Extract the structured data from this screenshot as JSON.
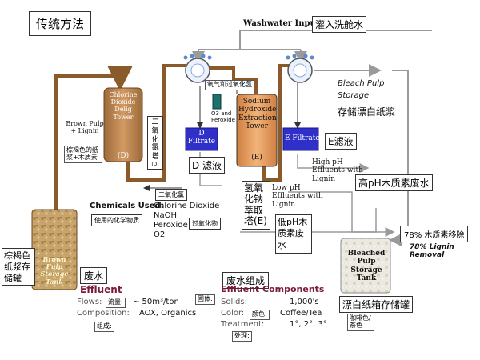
{
  "title": "传统方法",
  "washwater": {
    "en": "Washwater Input",
    "cn": "灌入洗舱水"
  },
  "o2_peroxide_label": "氧气和过氧化氢",
  "o3_label": "O3 and Peroxide",
  "brown_pulp": {
    "en": "Brown Pulp + Lignin",
    "cn": "棕褐色的纸浆+木质素"
  },
  "chlorine_tower": {
    "en": "Chlorine Dioxide Delig Tower",
    "tag": "(D)",
    "cn": "二氧化氯塔",
    "cn_tag": "(D)"
  },
  "d_filtrate": {
    "en": "D Filtrate",
    "cn": "D 滤液"
  },
  "naoh_tower": {
    "en": "Sodium Hydroxide Extraction Tower",
    "tag": "(E)",
    "cn": "氢氧化钠萃取塔(E)"
  },
  "e_filtrate": {
    "en": "E Filtrate",
    "cn": "E滤液"
  },
  "bleach_storage": {
    "en": "Bleach Pulp Storage",
    "cn": "存储漂白纸浆"
  },
  "high_ph": {
    "en": "High pH Effluents with Lignin",
    "cn": "高pH木质素废水"
  },
  "low_ph": {
    "en": "Low pH Effluents with Lignin",
    "cn": "低pH木质素废水"
  },
  "lignin_removal": {
    "cn": "78% 木质素移除",
    "en": "78% Lignin Removal"
  },
  "chemicals": {
    "heading": "Chemicals Used:",
    "items": [
      "Chlorine Dioxide",
      "NaOH",
      "Peroxide",
      "O2"
    ],
    "cn_heading": "使用的化学物质",
    "cn_chlorine": "二氧化氯",
    "cn_peroxide": "过氧化物"
  },
  "brown_tank": {
    "en": "Brown Pulp Storage Tank",
    "cn": "棕褐色纸浆存储罐"
  },
  "bleached_tank": {
    "en": "Bleached Pulp Storage Tank",
    "cn": "漂白纸箱存储罐"
  },
  "effluent": {
    "cn": "废水",
    "heading": "Effluent",
    "flows_label": "Flows:",
    "flows_cn": "流量:",
    "flows_value": "~ 50m³/ton",
    "comp_label": "Composition:",
    "comp_cn": "组成:",
    "comp_value": "AOX, Organics"
  },
  "components": {
    "cn": "废水组成",
    "heading": "Effluent Components",
    "solids_label": "Solids:",
    "solids_cn": "固体:",
    "solids_value": "1,000's",
    "color_label": "Color:",
    "color_cn": "颜色:",
    "color_value": "Coffee/Tea",
    "color_value_cn": "咖啡色/茶色",
    "treatment_label": "Treatment:",
    "treatment_cn": "处理:",
    "treatment_value": "1°, 2°, 3°"
  },
  "colors": {
    "pipe_brown": "#8a5a2b",
    "tower_fill": "#c08a55",
    "filtrate_fill": "#2f2fc9",
    "effluent_red": "#7a1a3a",
    "gray_line": "#9a9a9a"
  }
}
